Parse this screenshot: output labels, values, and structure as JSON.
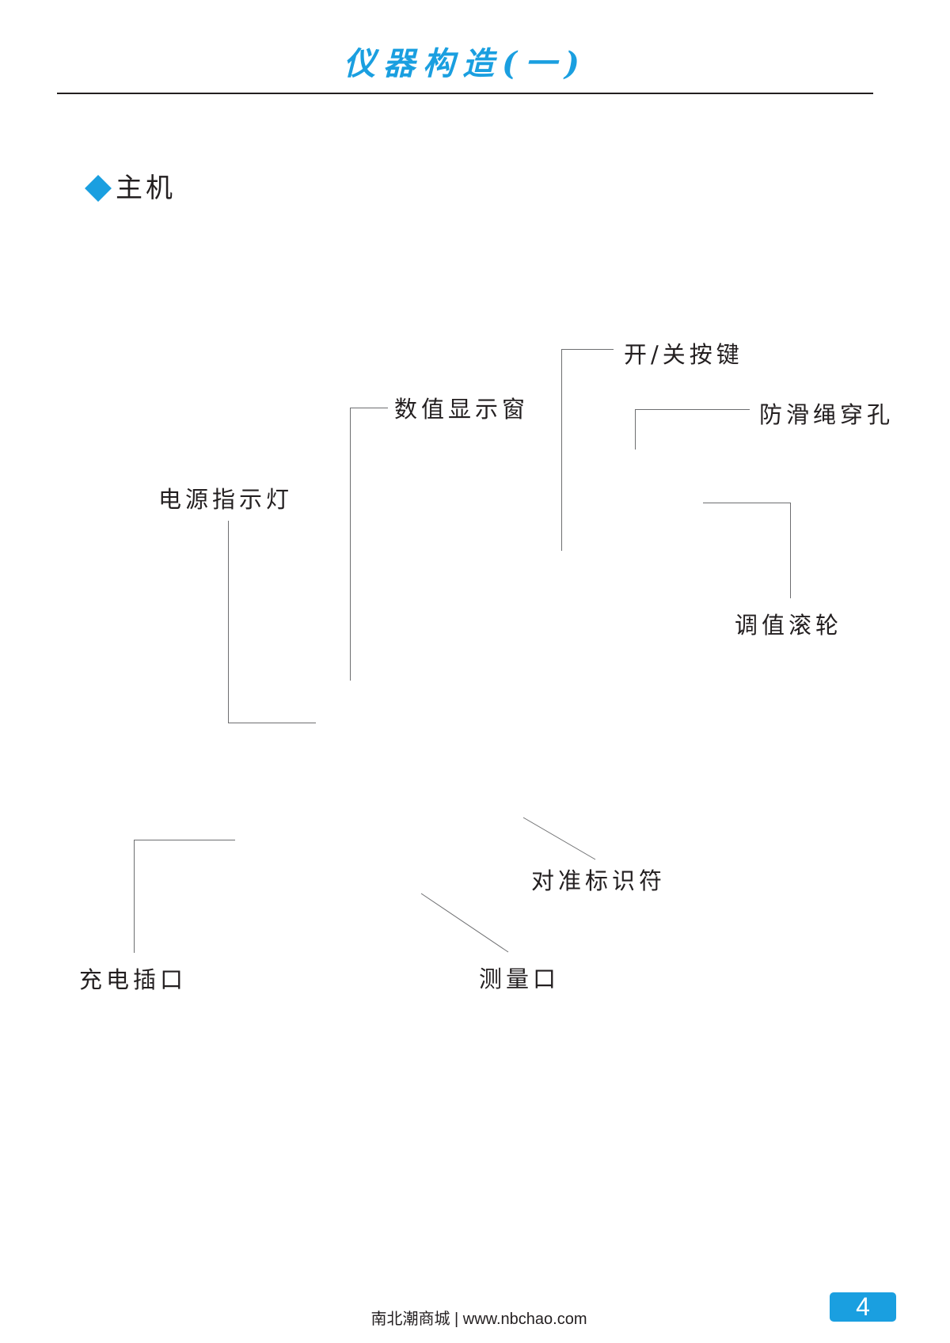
{
  "page": {
    "title": "仪器构造(一)",
    "section": {
      "icon": "diamond-bullet-icon",
      "label": "主机"
    },
    "callouts": [
      {
        "id": "power-switch",
        "label": "开/关按键"
      },
      {
        "id": "display-window",
        "label": "数值显示窗"
      },
      {
        "id": "lanyard-hole",
        "label": "防滑绳穿孔"
      },
      {
        "id": "power-indicator",
        "label": "电源指示灯"
      },
      {
        "id": "adjust-wheel",
        "label": "调值滚轮"
      },
      {
        "id": "alignment-mark",
        "label": "对准标识符"
      },
      {
        "id": "charging-port",
        "label": "充电插口"
      },
      {
        "id": "measuring-port",
        "label": "测量口"
      }
    ],
    "footer": {
      "text": "南北潮商城 | www.nbchao.com",
      "page_number": "4"
    },
    "colors": {
      "accent": "#1a9fe0",
      "text": "#231f20",
      "leader_line": "#6d6e70"
    }
  }
}
